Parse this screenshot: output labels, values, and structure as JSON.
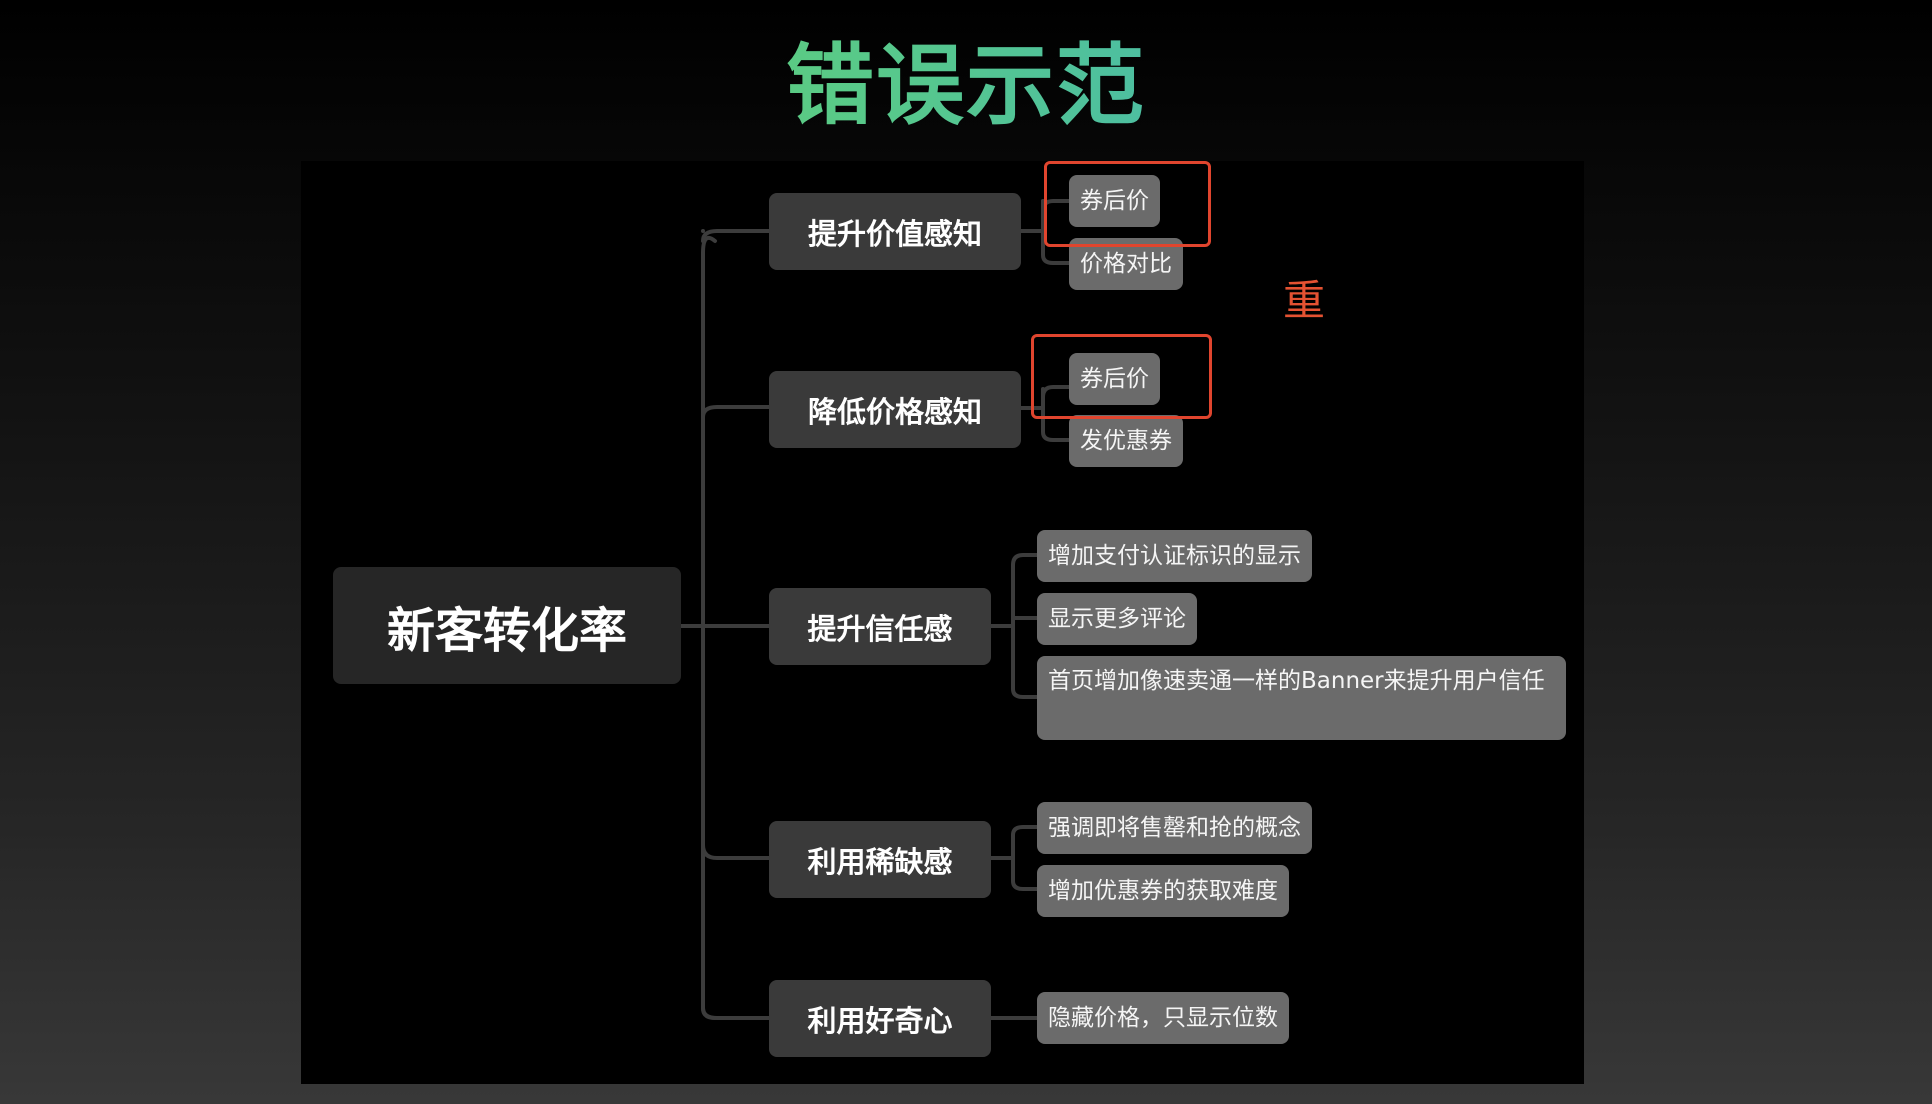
{
  "title": "错误示范",
  "mindmap": {
    "root": "新客转化率",
    "branches": [
      {
        "label": "提升价值感知",
        "children": [
          "券后价",
          "价格对比"
        ]
      },
      {
        "label": "降低价格感知",
        "children": [
          "券后价",
          "发优惠券"
        ]
      },
      {
        "label": "提升信任感",
        "children": [
          "增加支付认证标识的显示",
          "显示更多评论",
          "首页增加像速卖通一样的Banner来提升用户信任"
        ]
      },
      {
        "label": "利用稀缺感",
        "children": [
          "强调即将售罄和抢的概念",
          "增加优惠券的获取难度"
        ]
      },
      {
        "label": "利用好奇心",
        "children": [
          "隐藏价格，只显示位数"
        ]
      }
    ]
  },
  "annotation": "重",
  "highlight_color": "#e0452e"
}
